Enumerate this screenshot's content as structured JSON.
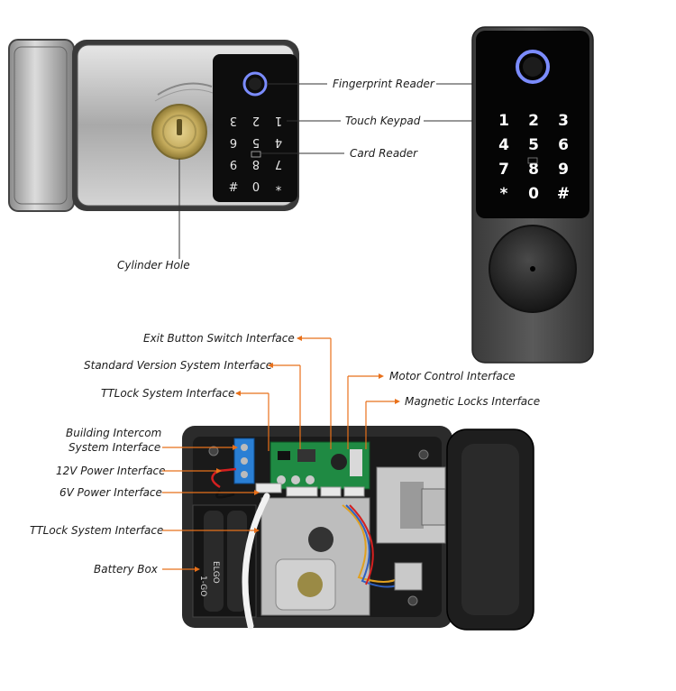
{
  "colors": {
    "callout_dark": "#333333",
    "callout_orange": "#e8701a",
    "fingerprint_ring": "#7b8cff",
    "lock_body": "#2b2b2b",
    "steel": "#b9b9b9",
    "brass": "#c9b36a"
  },
  "top_callouts": {
    "fingerprint": "Fingerprint Reader",
    "keypad": "Touch Keypad",
    "card": "Card Reader",
    "cylinder": "Cylinder Hole"
  },
  "rim_keypad": [
    "3",
    "2",
    "1",
    "6",
    "5",
    "4",
    "9",
    "8",
    "7",
    "#",
    "0",
    "*"
  ],
  "panel_keypad": [
    "1",
    "2",
    "3",
    "4",
    "5",
    "6",
    "7",
    "8",
    "9",
    "*",
    "0",
    "#"
  ],
  "internal_callouts": {
    "exit_button": "Exit Button Switch Interface",
    "standard_version": "Standard Version System Interface",
    "ttlock_top": "TTLock System Interface",
    "motor": "Motor Control Interface",
    "magnetic": "Magnetic Locks Interface",
    "intercom_line1": "Building Intercom",
    "intercom_line2": "System Interface",
    "power12": "12V Power Interface",
    "power6": "6V Power Interface",
    "ttlock_bottom": "TTLock System Interface",
    "battery": "Battery Box"
  },
  "battery_text": [
    "ELGO",
    "1-GO"
  ]
}
